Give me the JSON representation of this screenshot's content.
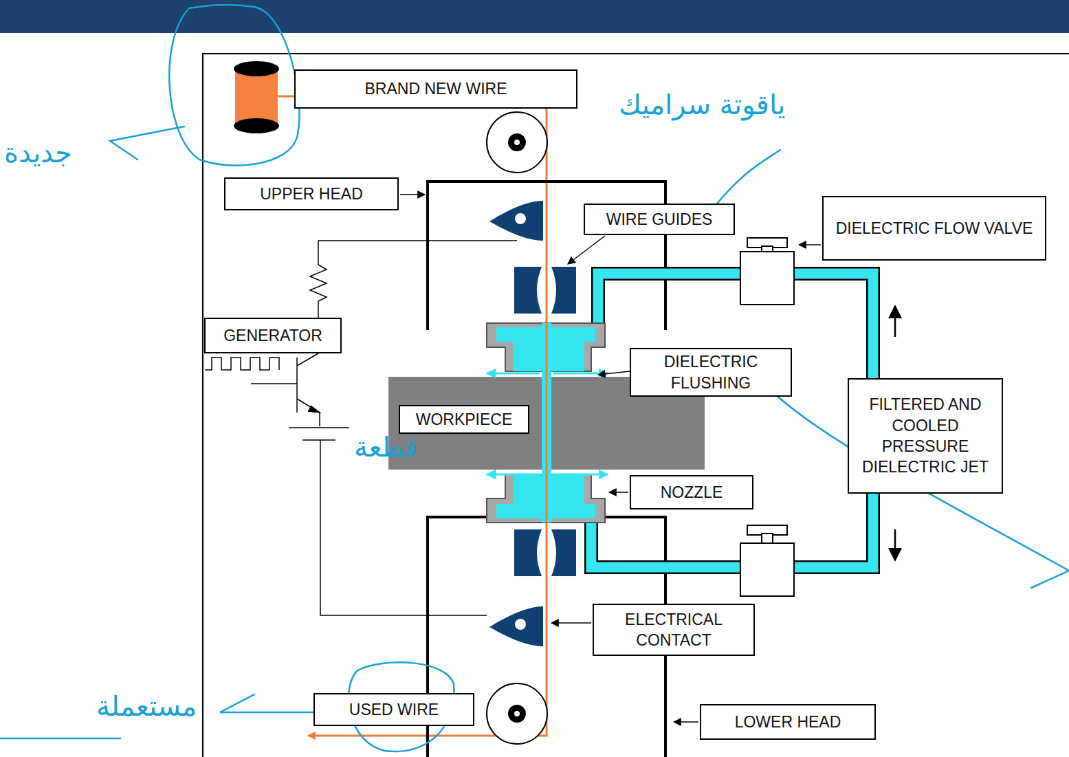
{
  "diagram": {
    "nodes": [
      {
        "text": [
          "BRAND NEW WIRE"
        ]
      },
      {
        "text": [
          "UPPER HEAD"
        ]
      },
      {
        "text": [
          "WIRE GUIDES"
        ]
      },
      {
        "text": [
          "DIELECTRIC FLOW VALVE"
        ]
      },
      {
        "text": [
          "GENERATOR"
        ]
      },
      {
        "text": [
          "DIELECTRIC FLUSHING"
        ]
      },
      {
        "text": [
          "FILTERED AND COOLED PRESSURE DIELECTRIC JET"
        ]
      },
      {
        "text": [
          "WORKPIECE"
        ]
      },
      {
        "text": [
          "NOZZLE"
        ]
      },
      {
        "text": [
          "ELECTRICAL CONTACT"
        ]
      },
      {
        "text": [
          "USED WIRE"
        ]
      },
      {
        "text": [
          "LOWER HEAD"
        ]
      }
    ],
    "labels": [
      "جديدة",
      "ياقوتة سراميك",
      "قطعة",
      "مستعملة"
    ]
  }
}
